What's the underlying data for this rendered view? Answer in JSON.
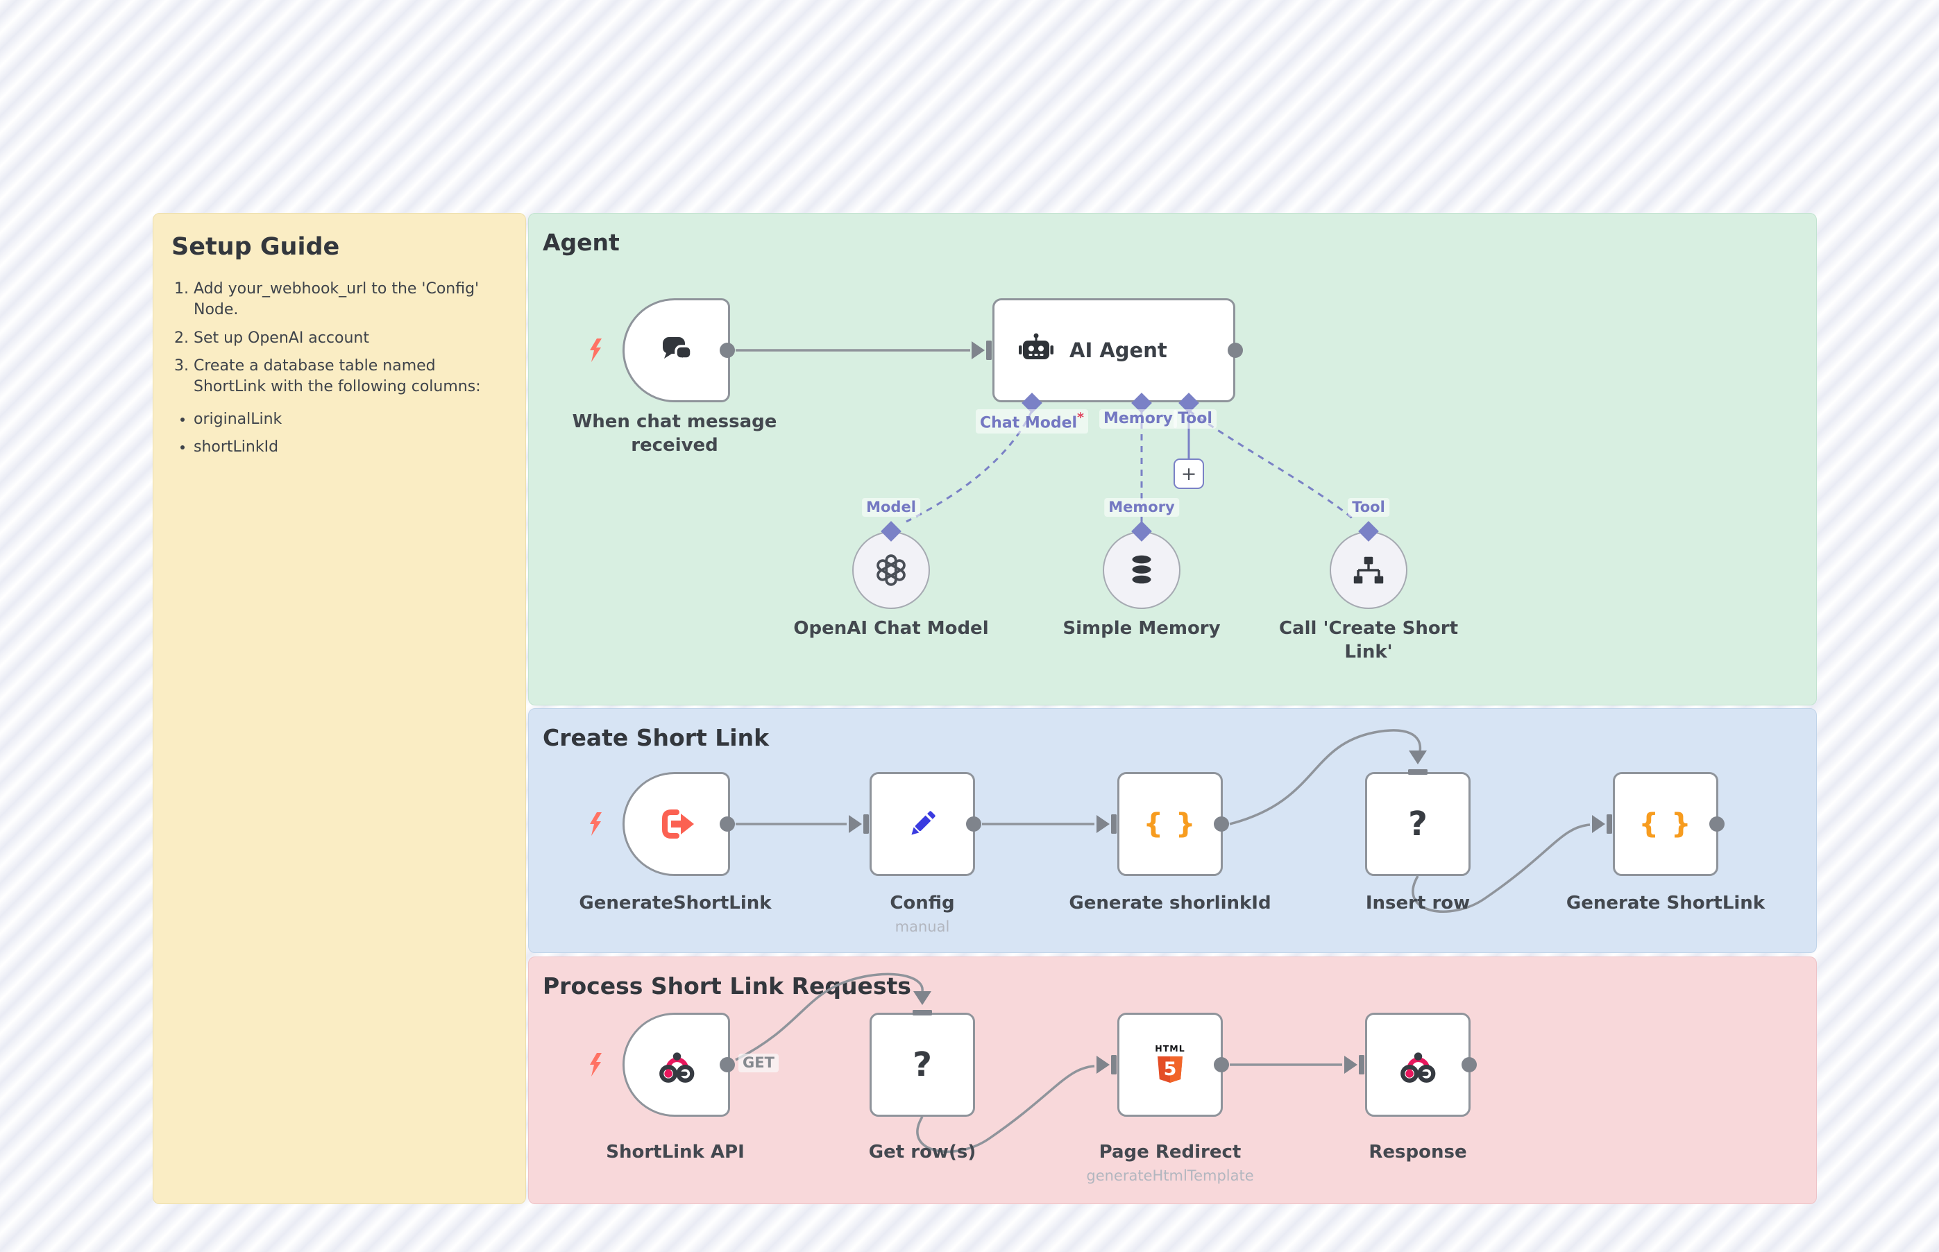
{
  "notes": {
    "setup": {
      "title": "Setup Guide",
      "steps": [
        "Add your_webhook_url to the 'Config' Node.",
        "Set up OpenAI account",
        "Create a database table named ShortLink with the following columns:"
      ],
      "columns": [
        "originalLink",
        "shortLinkId"
      ]
    },
    "agent": {
      "title": "Agent"
    },
    "create": {
      "title": "Create Short Link"
    },
    "process": {
      "title": "Process Short Link Requests"
    }
  },
  "agent_flow": {
    "trigger": {
      "label": "When chat message received"
    },
    "ai_agent": {
      "label": "AI Agent"
    },
    "ports": {
      "chat_model": "Chat Model",
      "chat_model_required": "*",
      "memory": "Memory",
      "tool": "Tool"
    },
    "link_labels": {
      "model": "Model",
      "memory": "Memory",
      "tool": "Tool"
    },
    "subnodes": [
      {
        "label": "OpenAI Chat Model"
      },
      {
        "label": "Simple Memory"
      },
      {
        "label": "Call 'Create Short Link'"
      }
    ],
    "add_button": "+"
  },
  "create_flow": {
    "nodes": [
      {
        "label": "GenerateShortLink"
      },
      {
        "label": "Config",
        "sub": "manual"
      },
      {
        "label": "Generate shorlinkId"
      },
      {
        "label": "Insert row"
      },
      {
        "label": "Generate ShortLink"
      }
    ]
  },
  "process_flow": {
    "output_label": "GET",
    "nodes": [
      {
        "label": "ShortLink API"
      },
      {
        "label": "Get row(s)"
      },
      {
        "label": "Page Redirect",
        "sub": "generateHtmlTemplate"
      },
      {
        "label": "Response"
      }
    ]
  },
  "glyphs": {
    "braces": "{ }",
    "question": "?",
    "html": "HTML",
    "five": "5"
  },
  "colors": {
    "accent_purple": "#7a81c6",
    "connector_gray": "#8f949b",
    "trigger_bolt": "#ff7264",
    "note_yellow": "#faedc4",
    "note_green": "#d8efe1",
    "note_blue": "#d7e4f4",
    "note_red": "#f8d8da",
    "required_red": "#e0435f",
    "code_orange": "#f79c1f",
    "pencil_blue": "#3a3be0",
    "html5_orange": "#e44d26",
    "webhook_pink": "#e8175d"
  }
}
